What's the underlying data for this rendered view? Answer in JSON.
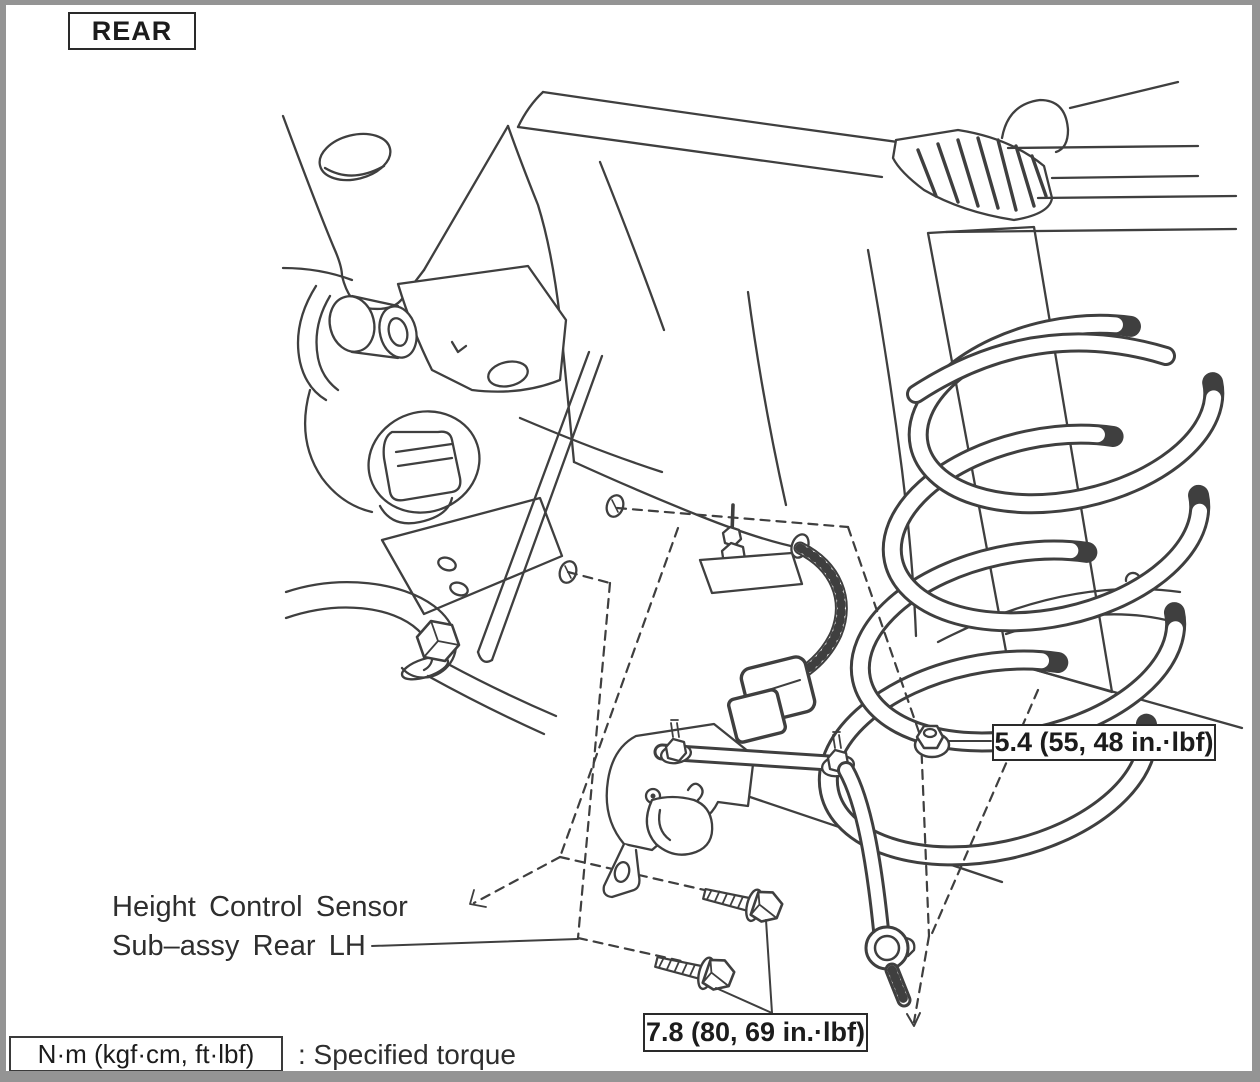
{
  "diagram": {
    "view_label": "REAR",
    "part_label": {
      "line1": "Height Control Sensor",
      "line2": "Sub–assy Rear LH"
    },
    "callouts": {
      "nut_torque": "5.4 (55, 48 in.·lbf)",
      "bolt_torque": "7.8 (80, 69 in.·lbf)"
    },
    "legend": {
      "unit": "N·m (kgf·cm, ft·lbf)",
      "meaning": ": Specified torque"
    },
    "colors": {
      "line": "#3f3f3f",
      "frame_border": "#949494",
      "text": "#1c1c1c",
      "background": "#ffffff"
    }
  }
}
